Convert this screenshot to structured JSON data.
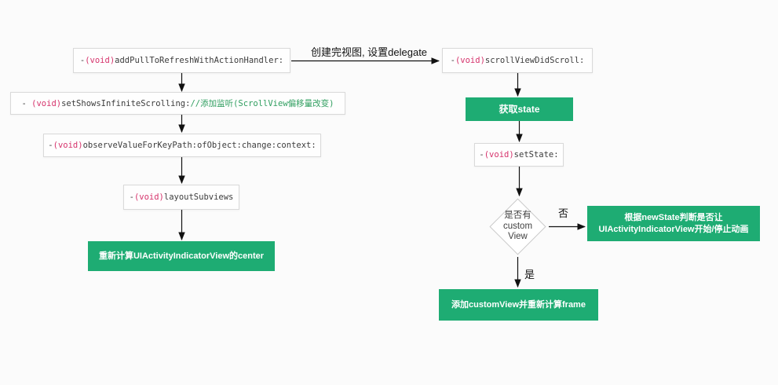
{
  "colors": {
    "node_green": "#1eac73",
    "keyword_pink": "#d6336c",
    "comment_green": "#2f9e5f",
    "arrow_black": "#111111"
  },
  "edge_labels": {
    "create_view": "创建完视图, 设置delegate",
    "no": "否",
    "yes": "是"
  },
  "nodes": {
    "add_pull_to_refresh": {
      "prefix": "-",
      "keyword": "(void)",
      "method": "addPullToRefreshWithActionHandler:"
    },
    "set_shows_infinite_scrolling": {
      "prefix": "- ",
      "keyword": "(void)",
      "method": "setShowsInfiniteScrolling:",
      "comment": "//添加监听(ScrollView偏移量改变)"
    },
    "observe_value_for_key_path": {
      "prefix": "-",
      "keyword": "(void)",
      "method": "observeValueForKeyPath:ofObject:change:context:"
    },
    "layout_subviews": {
      "prefix": "-",
      "keyword": "(void)",
      "method": "layoutSubviews"
    },
    "recalc_indicator_center": {
      "label": "重新计算UIActivityIndicatorView的center"
    },
    "scroll_view_did_scroll": {
      "prefix": "-",
      "keyword": "(void)",
      "method": "scrollViewDidScroll:"
    },
    "get_state": {
      "label": "获取state"
    },
    "set_state": {
      "prefix": "-",
      "keyword": "(void)",
      "method": "setState:"
    },
    "has_custom_view": {
      "line1": "是否有",
      "line2": "custom",
      "line3": "View"
    },
    "judge_new_state": {
      "line1": "根据newState判断是否让",
      "line2": "UIActivityIndicatorView开始/停止动画"
    },
    "add_custom_view": {
      "label": "添加customView并重新计算frame"
    }
  }
}
